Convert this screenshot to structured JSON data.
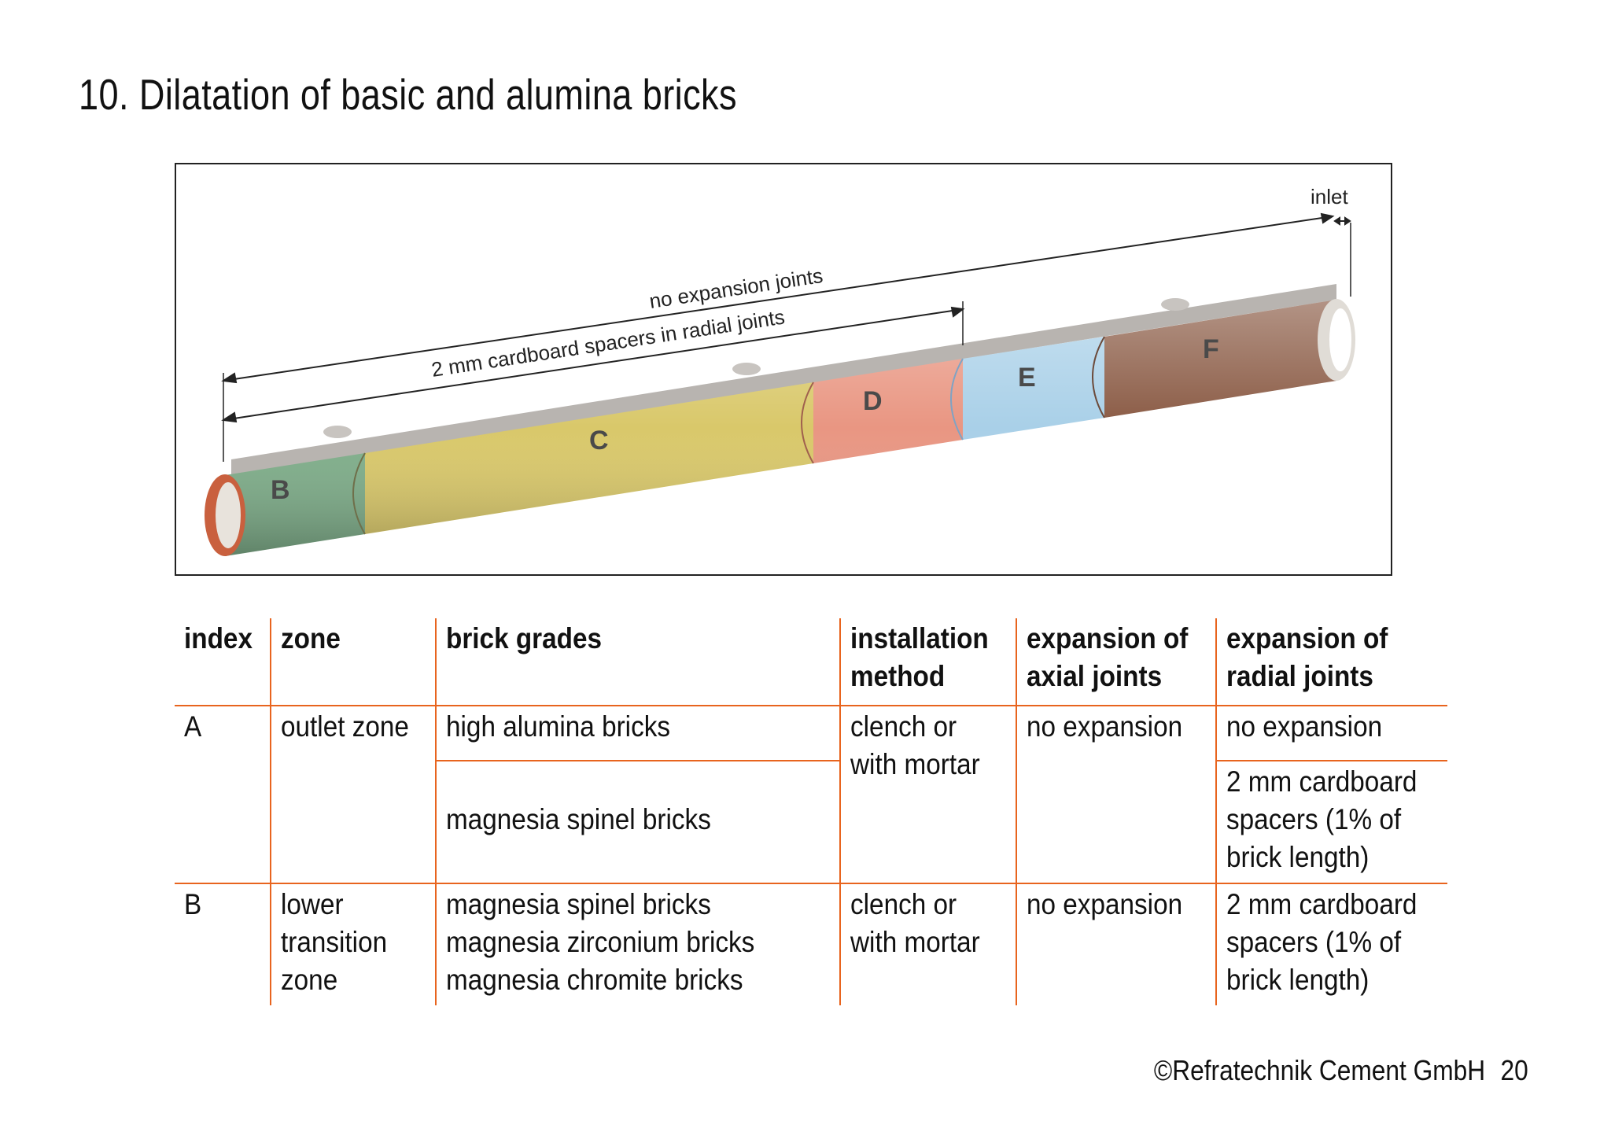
{
  "page": {
    "title": "10. Dilatation of basic and alumina bricks",
    "copyright": "©Refratechnik Cement GmbH",
    "page_number": "20"
  },
  "figure": {
    "annotations": {
      "inlet": "inlet",
      "no_expansion_joints": "no expansion joints",
      "cardboard_spacers": "2 mm cardboard spacers in radial joints"
    },
    "segments": [
      {
        "label": "B",
        "color": "#7fae8a"
      },
      {
        "label": "C",
        "color": "#d9c86a"
      },
      {
        "label": "D",
        "color": "#e99682"
      },
      {
        "label": "E",
        "color": "#a9d0e8"
      },
      {
        "label": "F",
        "color": "#8a5a44"
      }
    ]
  },
  "table": {
    "headers": {
      "index": "index",
      "zone": "zone",
      "brick_grades": "brick grades",
      "installation_1": "installation",
      "installation_2": "method",
      "axial_1": "expansion of",
      "axial_2": "axial joints",
      "radial_1": "expansion of",
      "radial_2": "radial joints"
    },
    "row_a": {
      "index": "A",
      "zone": "outlet zone",
      "grade_1": "high alumina bricks",
      "grade_2": "magnesia spinel bricks",
      "install_1": "clench or",
      "install_2": "with mortar",
      "axial": "no expansion",
      "radial_1": "no expansion",
      "radial_2a": "2 mm cardboard",
      "radial_2b": "spacers (1% of",
      "radial_2c": "brick length)"
    },
    "row_b": {
      "index": "B",
      "zone_1": "lower",
      "zone_2": "transition",
      "zone_3": "zone",
      "grade_1": "magnesia spinel bricks",
      "grade_2": "magnesia zirconium bricks",
      "grade_3": "magnesia chromite bricks",
      "install_1": "clench or",
      "install_2": "with mortar",
      "axial": "no expansion",
      "radial_1": "2 mm cardboard",
      "radial_2": "spacers (1% of",
      "radial_3": "brick length)"
    }
  }
}
